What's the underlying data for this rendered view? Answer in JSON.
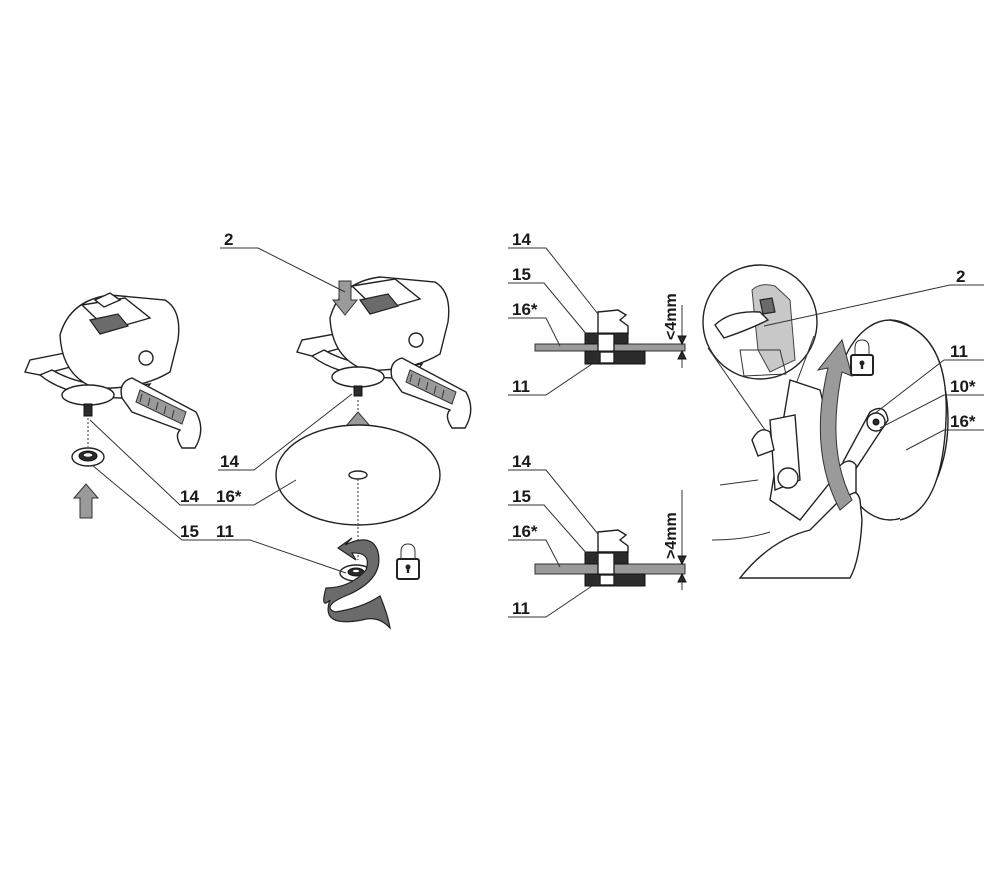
{
  "panel1": {
    "labels": {
      "nut": "14",
      "flange": "15"
    }
  },
  "panel2": {
    "labels": {
      "lock_button": "2",
      "nut": "14",
      "disc": "16*",
      "clamp_nut": "11"
    }
  },
  "panel3": {
    "top": {
      "labels": {
        "nut": "14",
        "flange": "15",
        "disc": "16*",
        "clamp_nut": "11"
      },
      "dimension": "<4mm"
    },
    "bottom": {
      "labels": {
        "nut": "14",
        "flange": "15",
        "disc": "16*",
        "clamp_nut": "11"
      },
      "dimension": ">4mm"
    }
  },
  "panel4": {
    "labels": {
      "lock_button": "2",
      "clamp_nut": "11",
      "wrench": "10*",
      "disc": "16*"
    }
  },
  "icons": [
    "arrow-up-icon",
    "arrow-down-icon",
    "rotate-arrow-icon",
    "padlock-icon"
  ]
}
